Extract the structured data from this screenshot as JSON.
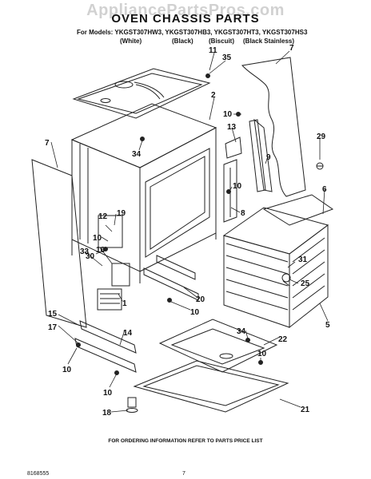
{
  "watermark": "AppliancePartsPros.com",
  "title": "OVEN CHASSIS PARTS",
  "models_label": "For Models: YKGST307HW3, YKGST307HB3, YKGST307HT3, YKGST307HS3",
  "colors": [
    "(White)",
    "(Black)",
    "(Biscuit)",
    "(Black Stainless)"
  ],
  "footer_note": "FOR ORDERING INFORMATION REFER TO PARTS PRICE LIST",
  "doc_number": "8168555",
  "page_number": "7",
  "callouts": [
    "11",
    "35",
    "7",
    "2",
    "10",
    "13",
    "29",
    "9",
    "34",
    "7",
    "6",
    "10",
    "8",
    "19",
    "12",
    "10",
    "31",
    "30",
    "33",
    "16",
    "25",
    "1",
    "20",
    "10",
    "5",
    "15",
    "14",
    "17",
    "34",
    "10",
    "22",
    "10",
    "10",
    "18",
    "21"
  ]
}
